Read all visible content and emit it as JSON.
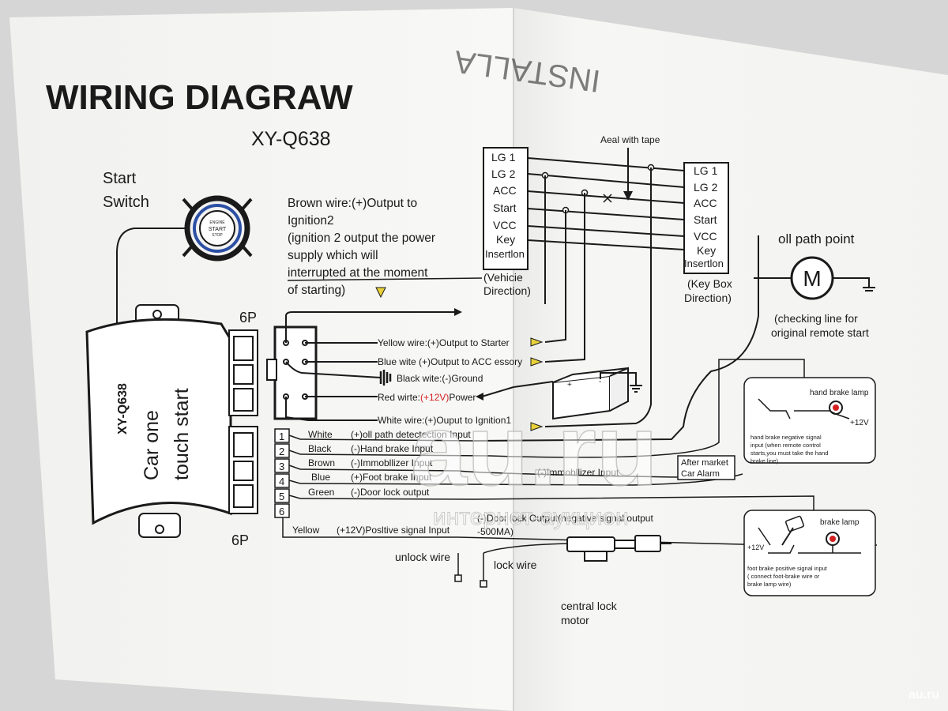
{
  "header": {
    "title": "WIRING DIAGRAW",
    "model": "XY-Q638",
    "back_page_title": "INSTALLA"
  },
  "start_switch": {
    "label_line1": "Start",
    "label_line2": "Switch",
    "button_line1": "ENGINE",
    "button_line2": "START",
    "button_line3": "STOP"
  },
  "module": {
    "model": "XY-Q638",
    "name_line1": "Car one",
    "name_line2": "touch start",
    "connector_top": "6P",
    "connector_bottom": "6P"
  },
  "brown_note": {
    "line1": "Brown wire:(+)Output to",
    "line2": "Ignition2",
    "line3": "(ignition 2 output the power",
    "line4": "supply which will",
    "line5": "interrupted at the moment",
    "line6": "of starting)"
  },
  "vehicle_box": {
    "pins": [
      "LG 1",
      "LG 2",
      "ACC",
      "Start",
      "VCC",
      "Key",
      "Insertlon"
    ],
    "caption_line1": "(Vehicie",
    "caption_line2": "Direction)"
  },
  "keybox": {
    "pins": [
      "LG 1",
      "LG 2",
      "ACC",
      "Start",
      "VCC",
      "Key",
      "Insertlon"
    ],
    "caption_line1": "(Key Box",
    "caption_line2": "Direction)"
  },
  "seal_note": "Aeal with tape",
  "oil_path": {
    "title": "oll path point",
    "symbol": "M",
    "note_line1": "(checking line for",
    "note_line2": "original remote start"
  },
  "connector_6p_wires": {
    "yellow": "Yellow wire:(+)Output to Starter",
    "blue": "Blue wite (+)Output to ACC essory",
    "black": "Black wite:(-)Ground",
    "red_prefix": "Red wirte:",
    "red_voltage": "(+12V)",
    "red_suffix": "Power",
    "white": "White wire:(+)Ouput to Ignition1"
  },
  "lower_pins": [
    {
      "num": "1",
      "color": "White",
      "desc": "(+)oll path detectection Input"
    },
    {
      "num": "2",
      "color": "Black",
      "desc": "(-)Hand brake Input"
    },
    {
      "num": "3",
      "color": "Brown",
      "desc": "(-)Immobllizer Input"
    },
    {
      "num": "4",
      "color": "Blue",
      "desc": "(+)Foot brake Input"
    },
    {
      "num": "5",
      "color": "Green",
      "desc": "(-)Door lock output"
    },
    {
      "num": "6",
      "color": "Yellow",
      "desc": "(+12V)Posltive signal Input"
    }
  ],
  "immobilizer_label": "(-)Immobllizer Input",
  "aftermarket_line1": "After market",
  "aftermarket_line2": "Car Alarm",
  "door_lock": {
    "line1": "(-)Door lock Output(negative signal output",
    "line2": "-500MA)",
    "unlock": "unlock wire",
    "lock": "lock wire",
    "motor_line1": "central lock",
    "motor_line2": "motor"
  },
  "hand_brake": {
    "lamp": "hand brake lamp",
    "voltage": "+12V",
    "note_line1": "hand brake negative signal",
    "note_line2": "input (when remote control",
    "note_line3": "starts,you must take the hand",
    "note_line4": "brake line)"
  },
  "foot_brake": {
    "lamp": "brake lamp",
    "voltage": "+12V",
    "note_line1": "foot brake positive signal input",
    "note_line2": "( connect foot-brake wire or",
    "note_line3": "brake lamp wire)"
  },
  "watermark": {
    "logo": "au.ru",
    "tagline": "интернет-аукцион",
    "corner": "au.ru"
  },
  "colors": {
    "paper": "#f7f7f5",
    "ink": "#1a1a1a",
    "red": "#d42020",
    "button_blue": "#2b4fa3",
    "marker_yellow": "#e8d13a"
  }
}
